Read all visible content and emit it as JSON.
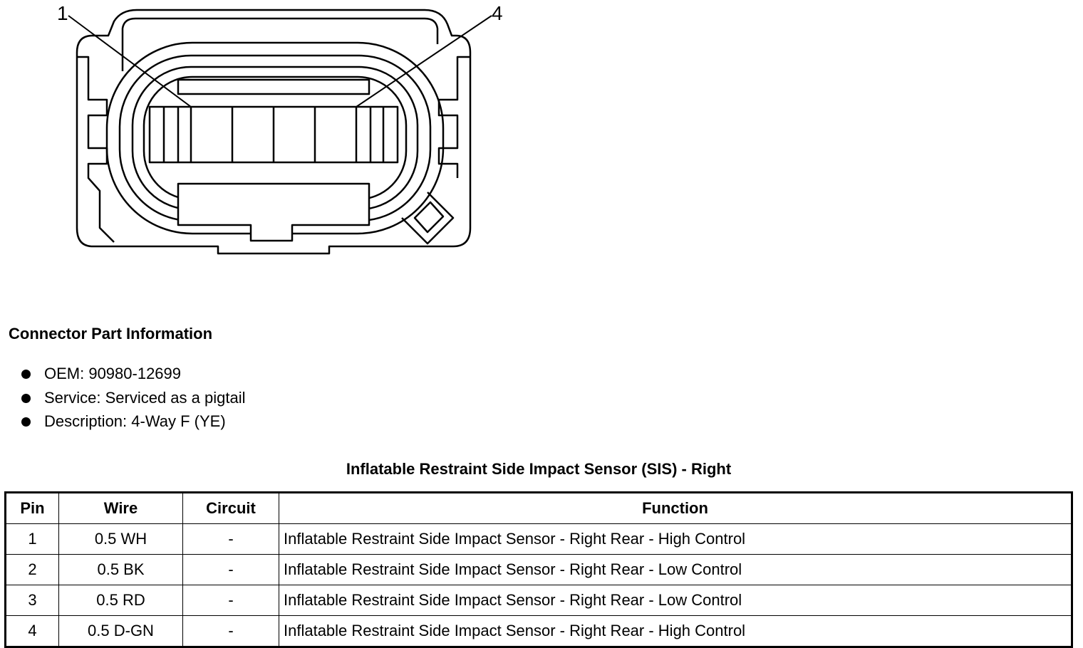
{
  "diagram": {
    "pin_labels": [
      {
        "id": "pin-1-callout",
        "text": "1"
      },
      {
        "id": "pin-4-callout",
        "text": "4"
      }
    ]
  },
  "connector_info": {
    "title": "Connector Part Information",
    "items": [
      "OEM: 90980-12699",
      "Service: Serviced as a pigtail",
      "Description: 4-Way F (YE)"
    ]
  },
  "pin_table": {
    "title": "Inflatable Restraint Side Impact Sensor (SIS) - Right",
    "headers": [
      "Pin",
      "Wire",
      "Circuit",
      "Function"
    ],
    "rows": [
      [
        "1",
        "0.5 WH",
        "-",
        "Inflatable Restraint Side Impact Sensor - Right Rear - High Control"
      ],
      [
        "2",
        "0.5 BK",
        "-",
        "Inflatable Restraint Side Impact Sensor - Right Rear - Low Control"
      ],
      [
        "3",
        "0.5 RD",
        "-",
        "Inflatable Restraint Side Impact Sensor - Right Rear - Low Control"
      ],
      [
        "4",
        "0.5 D-GN",
        "-",
        "Inflatable Restraint Side Impact Sensor - Right Rear - High Control"
      ]
    ]
  }
}
